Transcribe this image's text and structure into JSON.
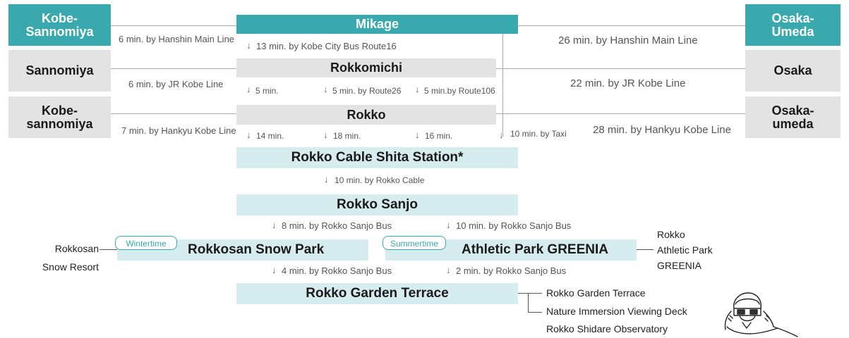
{
  "stations": {
    "kobe_sannomiya_hanshin": "Kobe-\nSannomiya",
    "mikage": "Mikage",
    "osaka_umeda_hanshin": "Osaka-\nUmeda",
    "sannomiya_jr": "Sannomiya",
    "rokkomichi": "Rokkomichi",
    "osaka_jr": "Osaka",
    "kobe_sannomiya_hankyu": "Kobe-\nsannomiya",
    "rokko": "Rokko",
    "osaka_umeda_hankyu": "Osaka-\numeda",
    "cable_shita": "Rokko Cable Shita Station*",
    "rokko_sanjo": "Rokko Sanjo",
    "snow_park": "Rokkosan Snow Park",
    "greenia": "Athletic Park GREENIA",
    "garden_terrace": "Rokko Garden Terrace"
  },
  "routes": {
    "hanshin_west": "6 min. by Hanshin Main Line",
    "hanshin_east": "26 min. by Hanshin Main Line",
    "mikage_bus": "13 min. by Kobe City Bus Route16",
    "jr_west": "6 min. by JR Kobe Line",
    "jr_east": "22 min. by JR Kobe Line",
    "rokkomichi_1": "5 min.",
    "rokkomichi_2": "5 min. by Route26",
    "rokkomichi_3": "5 min.by Route106",
    "hankyu_west": "7 min. by Hankyu Kobe Line",
    "hankyu_east": "28 min. by Hankyu Kobe Line",
    "rokko_1": "14 min.",
    "rokko_2": "18 min.",
    "rokko_3": "16 min.",
    "taxi": "10 min. by Taxi",
    "cable": "10 min. by Rokko Cable",
    "sanjo_bus_winter": "8 min. by Rokko Sanjo Bus",
    "sanjo_bus_summer": "10 min. by Rokko Sanjo Bus",
    "snow_to_terrace": "4 min. by Rokko Sanjo Bus",
    "greenia_to_terrace": "2 min. by Rokko Sanjo Bus"
  },
  "tags": {
    "winter": "Wintertime",
    "summer": "Summertime"
  },
  "facilities": {
    "rokkosan": "Rokkosan",
    "snow_resort": "Snow Resort",
    "greenia_1": "Rokko",
    "greenia_2": "Athletic Park",
    "greenia_3": "GREENIA",
    "terrace_1": "Rokko Garden Terrace",
    "terrace_2": "Nature Immersion Viewing Deck",
    "terrace_3": "Rokko Shidare Observatory"
  },
  "colors": {
    "teal": "#3aa9ad",
    "grey_box": "#e3e3e3",
    "light_box": "#d6ecee",
    "line": "#a8a8a8"
  },
  "icons": {
    "mascot": "skier-mascot-icon"
  }
}
